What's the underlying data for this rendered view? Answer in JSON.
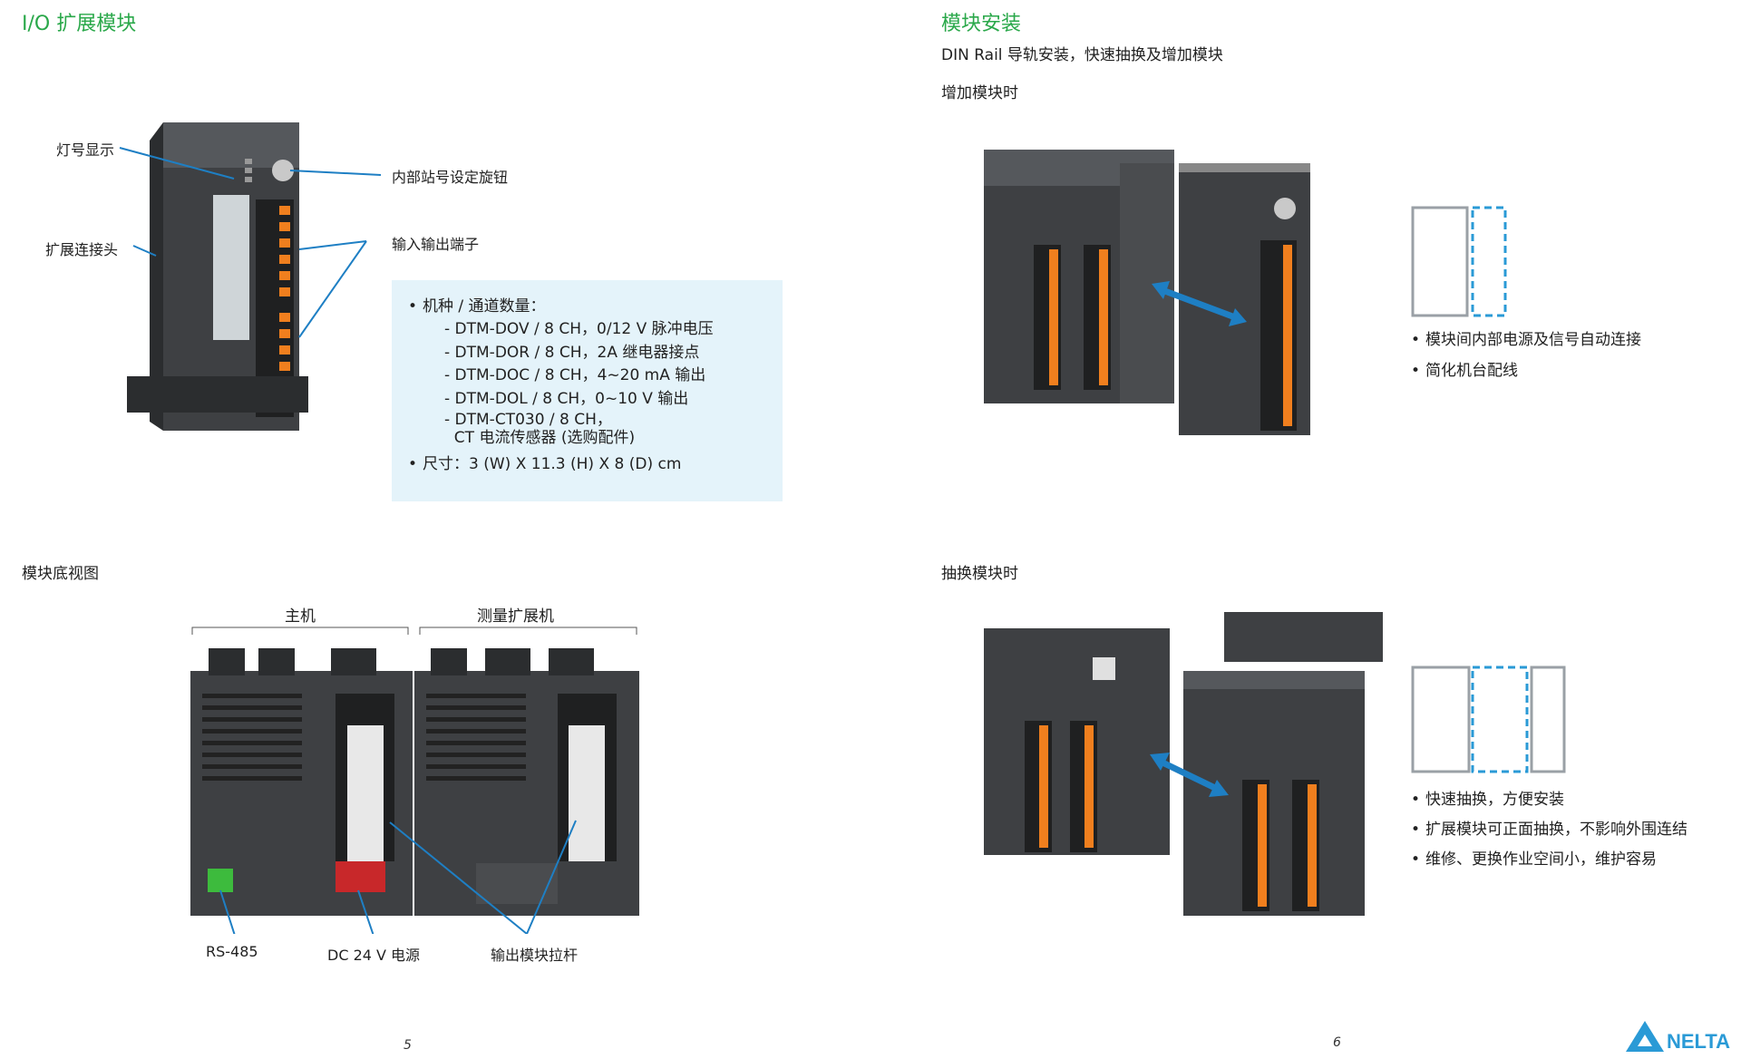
{
  "left": {
    "title": "I/O 扩展模块",
    "callouts": {
      "led": "灯号显示",
      "rotary": "内部站号设定旋钮",
      "terminal": "输入输出端子",
      "connector": "扩展连接头"
    },
    "info": {
      "models_heading": "机种 / 通道数量：",
      "models": [
        "- DTM-DOV / 8 CH，0/12 V 脉冲电压",
        "- DTM-DOR / 8 CH，2A 继电器接点",
        "- DTM-DOC / 8 CH，4~20 mA 输出",
        "- DTM-DOL / 8 CH，0~10 V 输出",
        "- DTM-CT030 / 8 CH，",
        "  CT 电流传感器 (选购配件)"
      ],
      "size": "尺寸：3 (W) X 11.3 (H) X 8 (D) cm"
    },
    "bottom_title": "模块底视图",
    "bottom_labels": {
      "main": "主机",
      "ext": "测量扩展机",
      "rs485": "RS-485",
      "dc24": "DC 24 V 电源",
      "lever": "输出模块拉杆"
    },
    "page_number": "5"
  },
  "right": {
    "title": "模块安装",
    "subtitle": "DIN Rail 导轨安装，快速抽换及增加模块",
    "add_title": "增加模块时",
    "add_bullets": [
      "模块间内部电源及信号自动连接",
      "简化机台配线"
    ],
    "swap_title": "抽换模块时",
    "swap_bullets": [
      "快速抽换，方便安装",
      "扩展模块可正面抽换，不影响外围连结",
      "维修、更换作业空间小，维护容易"
    ],
    "page_number": "6"
  },
  "brand": "NELTA",
  "colors": {
    "green": "#2aa84a",
    "blue": "#1e7fc4",
    "box": "#e4f3fa",
    "device": "#3e4043",
    "terminal": "#f07f1e"
  }
}
